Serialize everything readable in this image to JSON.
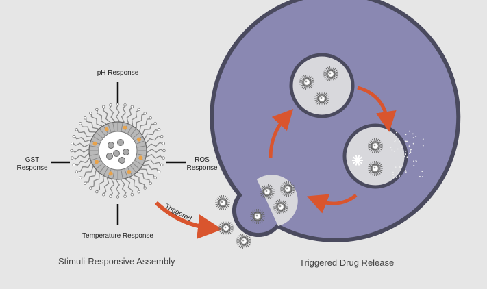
{
  "labels": {
    "ph": "pH Response",
    "gst_line1": "GST",
    "gst_line2": "Response",
    "ros_line1": "ROS",
    "ros_line2": "Response",
    "temperature": "Temperature Response",
    "triggered": "Triggered"
  },
  "captions": {
    "left": "Stimuli-Responsive Assembly",
    "right": "Triggered Drug Release"
  },
  "colors": {
    "background": "#e6e6e6",
    "cell_fill": "#8a88b2",
    "cell_stroke": "#4a4a5e",
    "vesicle_fill": "#d8d8dc",
    "arrow": "#d9552e",
    "core": "#ffffff",
    "orange_accent": "#e8a24a"
  }
}
